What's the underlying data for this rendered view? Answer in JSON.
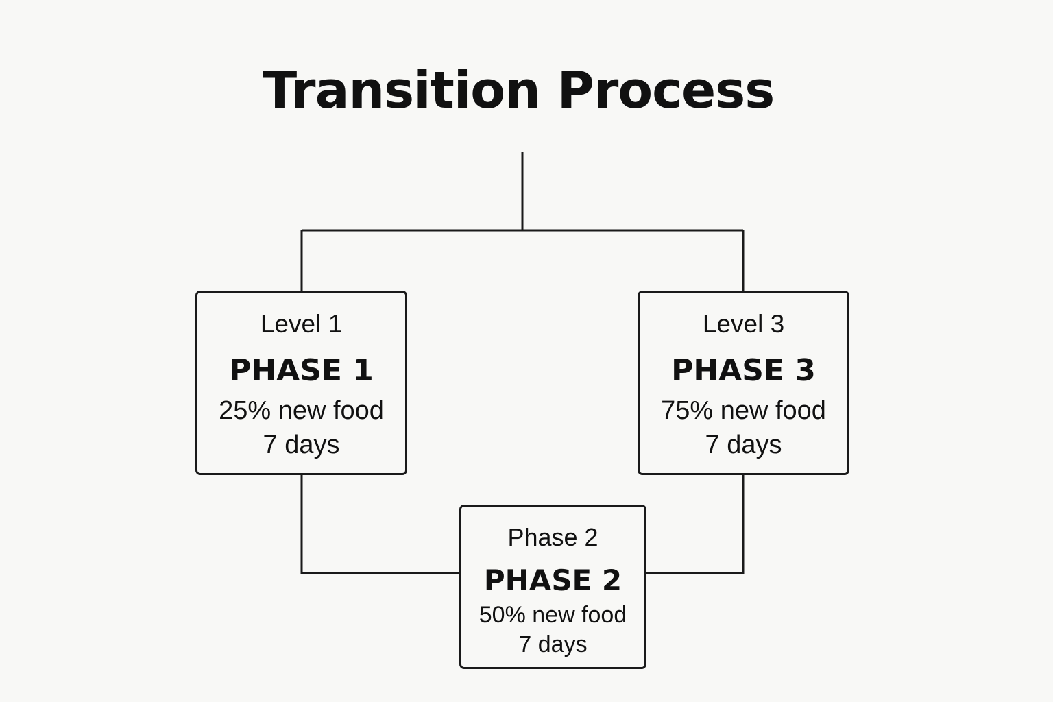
{
  "title": "Transition Process",
  "nodes": {
    "phase1": {
      "level": "Level 1",
      "phase": "PHASE 1",
      "percent": "25% new food",
      "duration": "7 days"
    },
    "phase2": {
      "level": "Phase 2",
      "phase": "PHASE 2",
      "percent": "50% new food",
      "duration": "7 days"
    },
    "phase3": {
      "level": "Level 3",
      "phase": "PHASE 3",
      "percent": "75% new food",
      "duration": "7 days"
    }
  },
  "colors": {
    "background": "#f8f8f6",
    "stroke": "#1a1a1a",
    "text": "#111111"
  }
}
